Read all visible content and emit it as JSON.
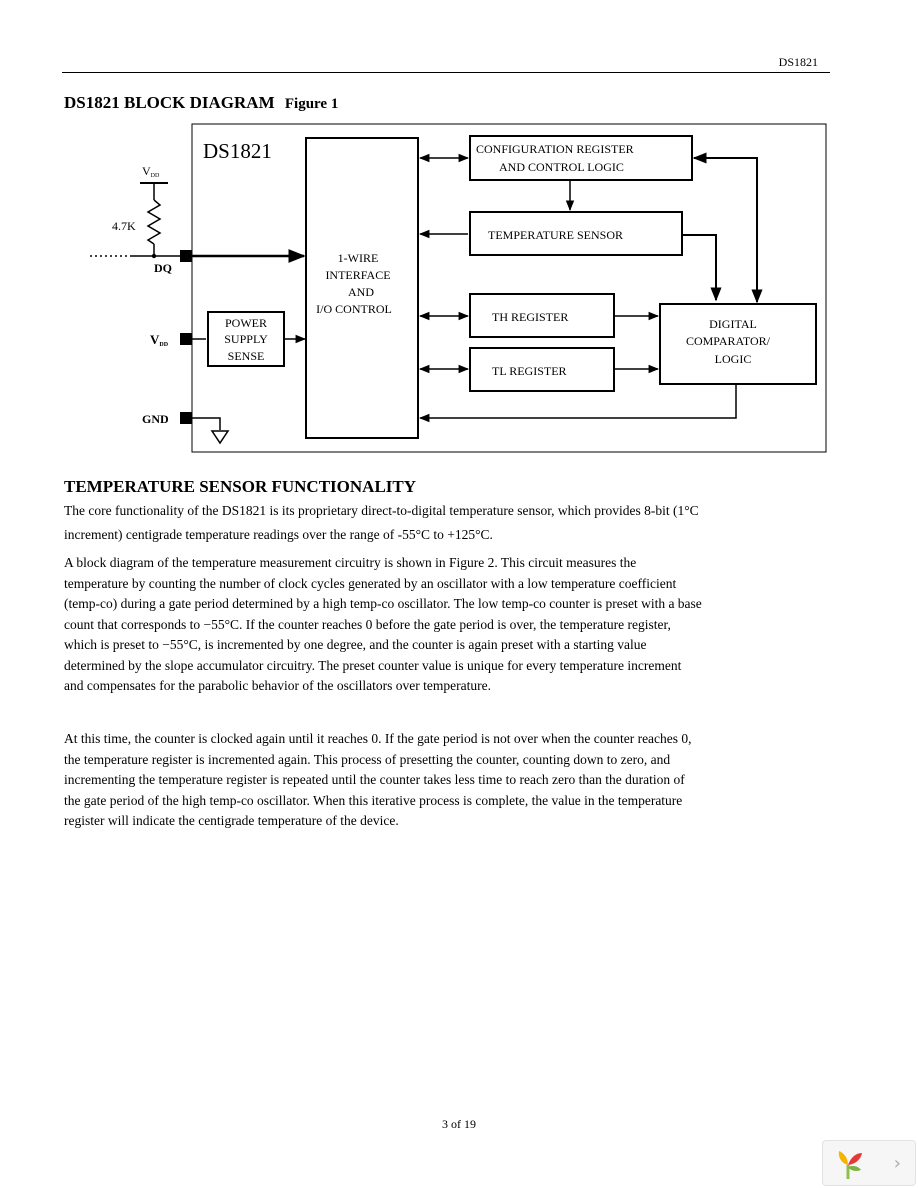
{
  "header": {
    "part_number": "DS1821"
  },
  "diagram": {
    "title": "DS1821 BLOCK DIAGRAM",
    "figure_label": "Figure 1",
    "chip_label": "DS1821",
    "pins": {
      "vdd_top": "V",
      "vdd_top_sub": "DD",
      "resistor": "4.7K",
      "dq": "DQ",
      "vdd": "V",
      "vdd_sub": "DD",
      "gnd": "GND"
    },
    "blocks": {
      "one_wire": [
        "1-WIRE",
        "INTERFACE",
        "AND",
        "I/O CONTROL"
      ],
      "power_supply": [
        "POWER",
        "SUPPLY",
        "SENSE"
      ],
      "config": [
        "CONFIGURATION REGISTER",
        "AND CONTROL LOGIC"
      ],
      "temp_sensor": "TEMPERATURE SENSOR",
      "th_register": "TH REGISTER",
      "tl_register": "TL REGISTER",
      "comparator": [
        "DIGITAL",
        "COMPARATOR/",
        "LOGIC"
      ]
    }
  },
  "section": {
    "heading": "TEMPERATURE SENSOR FUNCTIONALITY",
    "paragraphs": [
      "The core functionality of the DS1821 is its proprietary direct-to-digital temperature sensor, which provides 8-bit (1°C increment) centigrade temperature readings over the range of -55°C to +125°C.",
      "A block diagram of the temperature measurement circuitry is shown in Figure 2.  This circuit measures the temperature by counting the number of clock cycles generated by an oscillator with a low temperature coefficient (temp-co) during a gate period determined by a high temp-co oscillator.  The low temp-co counter is preset with a base count that corresponds to −55°C.  If the counter reaches 0 before the gate period is over, the temperature register, which is preset to −55°C, is incremented by one degree, and the counter is again preset with a starting value determined by the slope accumulator circuitry.  The preset counter value is unique for every temperature increment and compensates for the parabolic behavior of the oscillators over temperature.",
      "At this time, the counter is clocked again until it reaches 0.  If the gate period is not over when the counter reaches 0, the temperature register is incremented again. This process of presetting the counter, counting down to zero, and incrementing the temperature register is repeated until the counter takes less time to reach zero than the duration of the gate period of the high temp-co oscillator.   When this iterative process is complete, the value in the temperature register will indicate the centigrade temperature of the device."
    ]
  },
  "footer": {
    "page": "3 of 19"
  },
  "viewer": {
    "next_glyph": "›"
  }
}
